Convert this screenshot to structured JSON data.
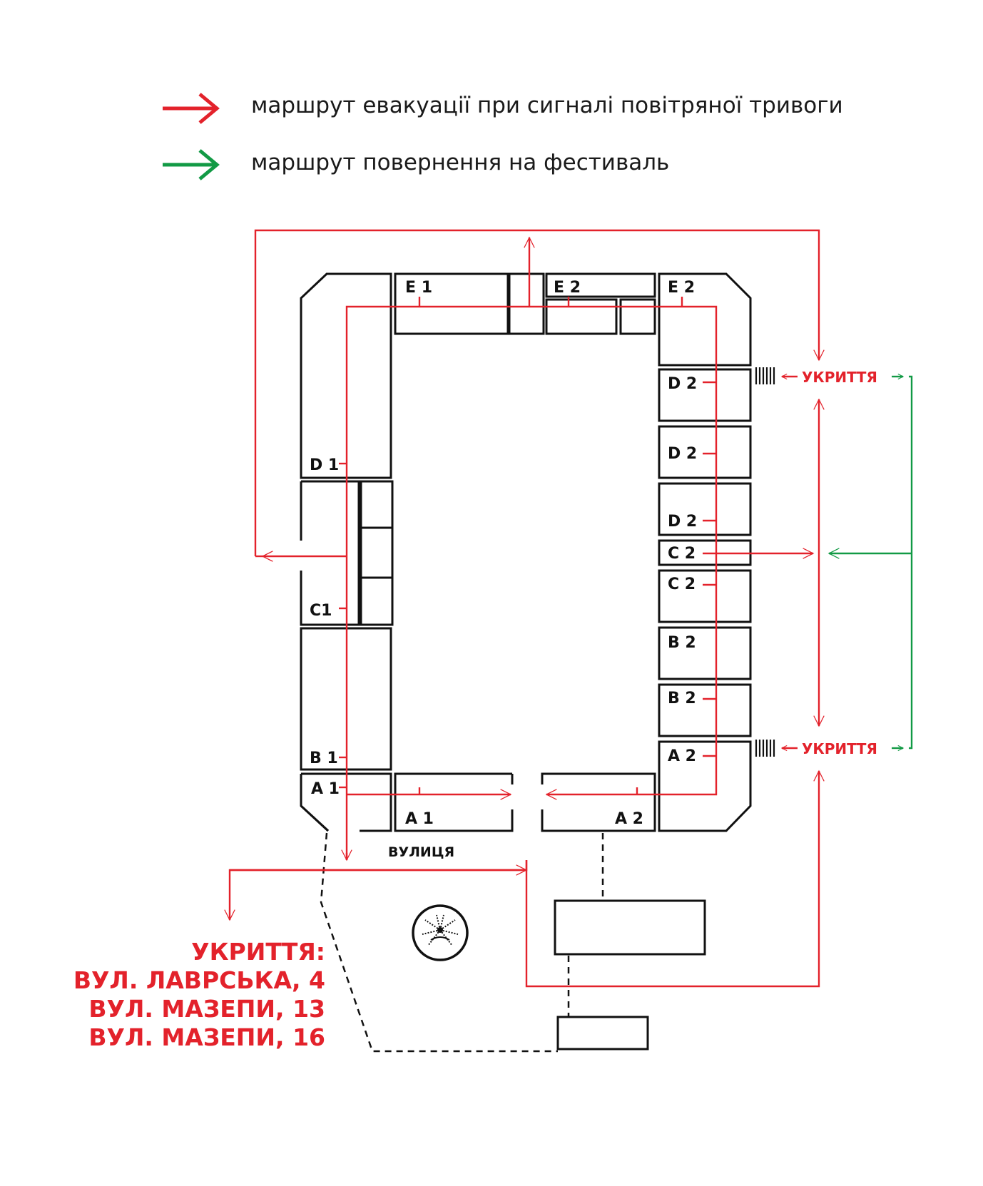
{
  "legend": {
    "evacuation": "маршрут евакуації при сигналі повітряної тривоги",
    "return": "маршрут повернення на фестиваль"
  },
  "colors": {
    "evacuation": "#e3222b",
    "return": "#129a45",
    "outline": "#111111"
  },
  "blocks": {
    "e1": "E 1",
    "e2_top": "E 2",
    "e2_corner": "E 2",
    "d1": "D 1",
    "c1": "C1",
    "b1": "B 1",
    "a1_left": "A 1",
    "a1_bottom": "A 1",
    "d2_1": "D 2",
    "d2_2": "D 2",
    "d2_3": "D 2",
    "c2_1": "C 2",
    "c2_2": "C 2",
    "b2_1": "B 2",
    "b2_2": "B 2",
    "a2_right": "A 2",
    "a2_bottom": "A 2"
  },
  "shelter_top": "УКРИТТЯ",
  "shelter_bottom": "УКРИТТЯ",
  "street": "ВУЛИЦЯ",
  "addresses": {
    "title": "УКРИТТЯ:",
    "line1": "ВУЛ. ЛАВРСЬКА, 4",
    "line2": "ВУЛ. МАЗЕПИ, 13",
    "line3": "ВУЛ. МАЗЕПИ, 16"
  },
  "icons": {
    "emblem": "spider-logo-icon",
    "stairs": "stairs-icon"
  }
}
